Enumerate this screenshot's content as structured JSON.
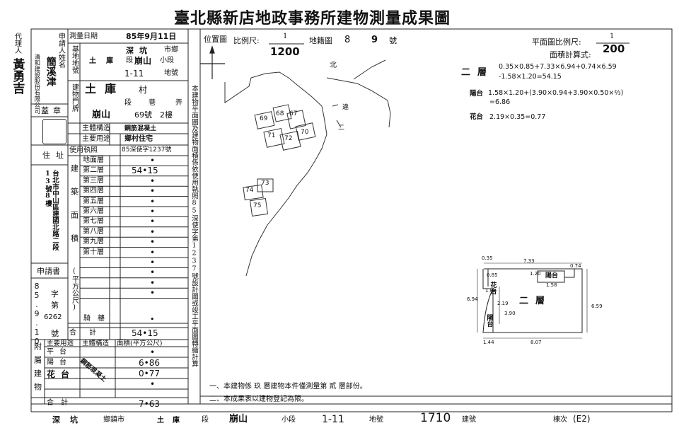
{
  "title": "臺北縣新店地政事務所建物測量成果圖",
  "agent": {
    "label": "代理人",
    "name": "黃勇吉"
  },
  "left": {
    "applicant_label": "申請人姓名",
    "applicant_name": "簡溪津",
    "applicant_company": "清和建設股份有限公司",
    "seal_label": "蓋章",
    "address_label": "住址",
    "address": "台北市中山區建國北路二段13號8樓",
    "app_book_label": "申請書",
    "app_char": "字",
    "app_no_label": "第",
    "app_no": "6262",
    "app_hao": "號",
    "app_year": "85.9.10"
  },
  "survey_date": {
    "label": "測量日期",
    "value": "85年9月11日"
  },
  "base": {
    "label": "基地地號",
    "city": "深坑",
    "city_suffix": "市鄉",
    "section": "土庫",
    "section_suffix": "段",
    "subsection": "崩山",
    "subsection_suffix": "小段",
    "lot": "1-11",
    "lot_suffix": "地號"
  },
  "door": {
    "label": "建物門牌",
    "village": "土庫",
    "village_suffix": "村",
    "road_suffix": "段",
    "lane_suffix": "巷",
    "alley_suffix": "弄",
    "road": "崩山",
    "number": "69號",
    "floor": "2樓"
  },
  "structure": {
    "label": "主體構造",
    "value": "鋼筋混凝土"
  },
  "use": {
    "label": "主要用途",
    "value": "鄉村住宅"
  },
  "permit": {
    "label": "使用執照",
    "value": "85深使字1237號"
  },
  "area_group_label": "建築面積",
  "unit_label": "(平方公尺)",
  "floors": [
    {
      "name": "地面層",
      "value": "•"
    },
    {
      "name": "第二層",
      "value": "54•15"
    },
    {
      "name": "第三層",
      "value": "•"
    },
    {
      "name": "第四層",
      "value": "•"
    },
    {
      "name": "第五層",
      "value": "•"
    },
    {
      "name": "第六層",
      "value": "•"
    },
    {
      "name": "第七層",
      "value": "•"
    },
    {
      "name": "第八層",
      "value": "•"
    },
    {
      "name": "第九層",
      "value": "•"
    },
    {
      "name": "第十層",
      "value": "•"
    },
    {
      "name": "",
      "value": "•"
    },
    {
      "name": "",
      "value": "•"
    },
    {
      "name": "",
      "value": "•"
    },
    {
      "name": "",
      "value": "•"
    }
  ],
  "arcade": {
    "label": "騎樓",
    "value": "•"
  },
  "total": {
    "label": "合計",
    "value": "54•15"
  },
  "attach": {
    "label": "附屬建物",
    "headers": [
      "主要用途",
      "主體構造",
      "面積(平方公尺)"
    ],
    "structure": "鋼筋混凝土",
    "rows": [
      {
        "use": "平台",
        "value": "•"
      },
      {
        "use": "陽台",
        "value": "6•86"
      },
      {
        "use": "花台",
        "value": "0•77"
      },
      {
        "use": "",
        "value": "•"
      }
    ],
    "total_label": "合計",
    "total_value": "7•63"
  },
  "vertical_note": "本建物平面圖及建物面積係依使用執照85深使字第1237號設計圖或竣工平面圖轉繪計算",
  "location": {
    "label": "位置圖",
    "scale_label": "比例尺:",
    "scale_num": "1",
    "scale_den": "1200",
    "map_label": "地籍圖",
    "map_no": "8",
    "map_no2": "9",
    "map_suffix": "號",
    "north": "北"
  },
  "parcels": [
    "69",
    "68",
    "67",
    "70",
    "71",
    "72",
    "73",
    "74",
    "75",
    "違",
    "二"
  ],
  "plan": {
    "scale_label": "平面圖比例尺:",
    "scale_num": "1",
    "scale_den": "200",
    "calc_label": "面積計算式:",
    "floor_label": "二層",
    "formula1": "0.35×0.85+7.33×6.94+0.74×6.59",
    "formula2": "-1.58×1.20=54.15",
    "balcony_label": "陽台",
    "balcony_f1": "1.58×1.20+(3.90×0.94+3.90×0.50×⅔)",
    "balcony_f2": "=6.86",
    "flower_label": "花台",
    "flower_f": "2.19×0.35=0.77"
  },
  "floorplan": {
    "main_label": "二層",
    "balcony": "陽台",
    "flower": "花台",
    "dims": [
      "0.35",
      "7.33",
      "1.20",
      "1.58",
      "0.74",
      "0.85",
      "6.94",
      "1.08",
      "2.19",
      "6.59",
      "3.90",
      "1.44",
      "8.07"
    ]
  },
  "notes": [
    "一、本建物係 玖 層建物本件僅測量第 貳 層部份。",
    "二、本成果表以建物登記為限。"
  ],
  "footer": {
    "city": "深坑",
    "city_suffix": "鄉鎮市",
    "section": "土庫",
    "section_suffix": "段",
    "subsection": "崩山",
    "subsection_suffix": "小段",
    "lot": "1-11",
    "lot_suffix": "地號",
    "bldg_no": "1710",
    "bldg_suffix": "建號",
    "sheet_label": "棟次",
    "sheet": "(E2)"
  }
}
